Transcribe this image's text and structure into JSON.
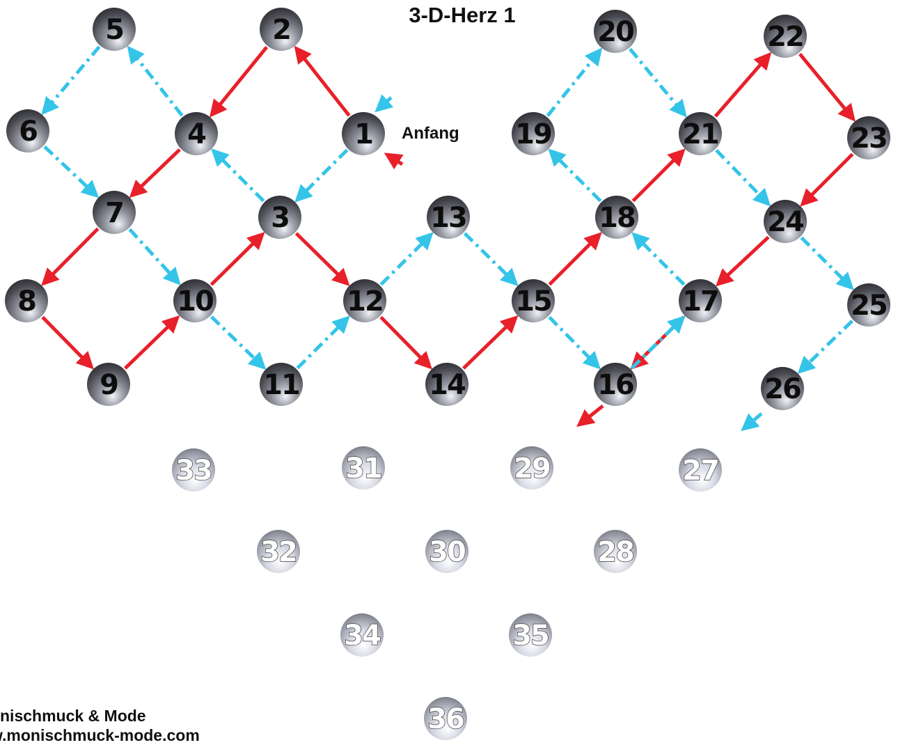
{
  "title": "3-D-Herz 1",
  "start_label": "Anfang",
  "footer": {
    "line1": "nischmuck & Mode",
    "line2": "w.monischmuck-mode.com"
  },
  "colors": {
    "red": "#e8202a",
    "blue": "#34c4e8",
    "bead_dark": "#4a4a4f",
    "bead_light": "#c9cbd6"
  },
  "beads": [
    {
      "id": "1",
      "shade": "dark"
    },
    {
      "id": "2",
      "shade": "dark"
    },
    {
      "id": "3",
      "shade": "dark"
    },
    {
      "id": "4",
      "shade": "dark"
    },
    {
      "id": "5",
      "shade": "dark"
    },
    {
      "id": "6",
      "shade": "dark"
    },
    {
      "id": "7",
      "shade": "dark"
    },
    {
      "id": "8",
      "shade": "dark"
    },
    {
      "id": "9",
      "shade": "dark"
    },
    {
      "id": "10",
      "shade": "dark"
    },
    {
      "id": "11",
      "shade": "dark"
    },
    {
      "id": "12",
      "shade": "dark"
    },
    {
      "id": "13",
      "shade": "dark"
    },
    {
      "id": "14",
      "shade": "dark"
    },
    {
      "id": "15",
      "shade": "dark"
    },
    {
      "id": "16",
      "shade": "dark"
    },
    {
      "id": "17",
      "shade": "dark"
    },
    {
      "id": "18",
      "shade": "dark"
    },
    {
      "id": "19",
      "shade": "dark"
    },
    {
      "id": "20",
      "shade": "dark"
    },
    {
      "id": "21",
      "shade": "dark"
    },
    {
      "id": "22",
      "shade": "dark"
    },
    {
      "id": "23",
      "shade": "dark"
    },
    {
      "id": "24",
      "shade": "dark"
    },
    {
      "id": "25",
      "shade": "dark"
    },
    {
      "id": "26",
      "shade": "dark"
    },
    {
      "id": "27",
      "shade": "light"
    },
    {
      "id": "28",
      "shade": "light"
    },
    {
      "id": "29",
      "shade": "light"
    },
    {
      "id": "30",
      "shade": "light"
    },
    {
      "id": "31",
      "shade": "light"
    },
    {
      "id": "32",
      "shade": "light"
    },
    {
      "id": "33",
      "shade": "light"
    },
    {
      "id": "34",
      "shade": "light"
    },
    {
      "id": "35",
      "shade": "light"
    },
    {
      "id": "36",
      "shade": "light"
    }
  ],
  "arrows": [
    {
      "from": "1",
      "to": "2",
      "color": "red"
    },
    {
      "from": "2",
      "to": "4",
      "color": "red"
    },
    {
      "from": "4",
      "to": "7",
      "color": "red"
    },
    {
      "from": "7",
      "to": "8",
      "color": "red"
    },
    {
      "from": "8",
      "to": "9",
      "color": "red"
    },
    {
      "from": "9",
      "to": "10",
      "color": "red"
    },
    {
      "from": "10",
      "to": "3",
      "color": "red"
    },
    {
      "from": "3",
      "to": "12",
      "color": "red"
    },
    {
      "from": "12",
      "to": "14",
      "color": "red"
    },
    {
      "from": "14",
      "to": "15",
      "color": "red"
    },
    {
      "from": "15",
      "to": "18",
      "color": "red"
    },
    {
      "from": "18",
      "to": "21",
      "color": "red"
    },
    {
      "from": "21",
      "to": "22",
      "color": "red"
    },
    {
      "from": "22",
      "to": "23",
      "color": "red"
    },
    {
      "from": "23",
      "to": "24",
      "color": "red"
    },
    {
      "from": "24",
      "to": "17",
      "color": "red"
    },
    {
      "from": "17",
      "to": "16",
      "color": "red"
    },
    {
      "from": "1",
      "to": "3",
      "color": "blue"
    },
    {
      "from": "3",
      "to": "4",
      "color": "blue"
    },
    {
      "from": "4",
      "to": "5",
      "color": "blue"
    },
    {
      "from": "5",
      "to": "6",
      "color": "blue"
    },
    {
      "from": "6",
      "to": "7",
      "color": "blue"
    },
    {
      "from": "7",
      "to": "10",
      "color": "blue"
    },
    {
      "from": "10",
      "to": "11",
      "color": "blue"
    },
    {
      "from": "11",
      "to": "12",
      "color": "blue"
    },
    {
      "from": "12",
      "to": "13",
      "color": "blue"
    },
    {
      "from": "13",
      "to": "15",
      "color": "blue"
    },
    {
      "from": "15",
      "to": "16",
      "color": "blue"
    },
    {
      "from": "16",
      "to": "17",
      "color": "blue"
    },
    {
      "from": "17",
      "to": "18",
      "color": "blue"
    },
    {
      "from": "18",
      "to": "19",
      "color": "blue"
    },
    {
      "from": "19",
      "to": "20",
      "color": "blue"
    },
    {
      "from": "20",
      "to": "21",
      "color": "blue"
    },
    {
      "from": "21",
      "to": "24",
      "color": "blue"
    },
    {
      "from": "24",
      "to": "25",
      "color": "blue"
    },
    {
      "from": "25",
      "to": "26",
      "color": "blue"
    }
  ]
}
